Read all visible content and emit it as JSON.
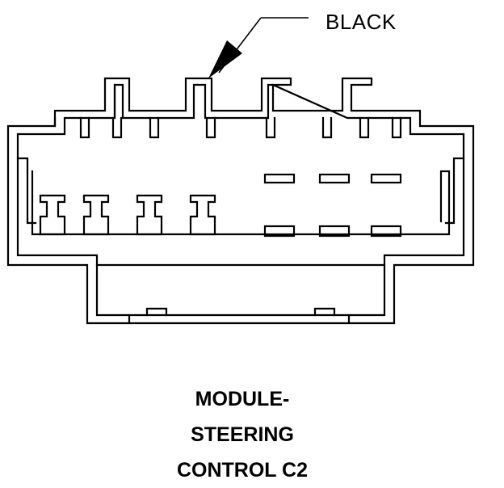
{
  "callout": {
    "color_label": "BLACK"
  },
  "caption": {
    "lines": [
      "MODULE-",
      "STEERING",
      "CONTROL C2"
    ]
  }
}
